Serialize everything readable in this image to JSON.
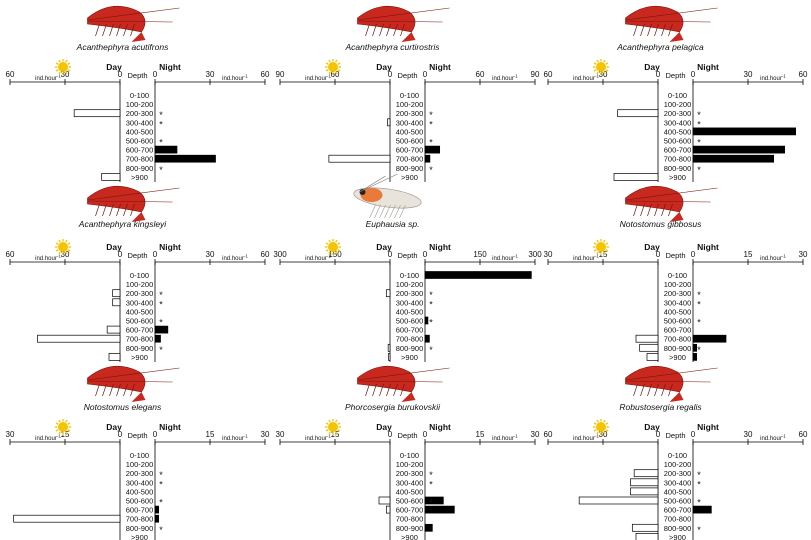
{
  "labels": {
    "day": "Day",
    "night": "Night",
    "depth": "Depth",
    "unit": "ind.hour",
    "unit_exp": "-1",
    "star": "*"
  },
  "depth_bins": [
    "0-100",
    "100-200",
    "200-300",
    "300-400",
    "400-500",
    "500-600",
    "600-700",
    "700-800",
    "800-900",
    ">900"
  ],
  "colors": {
    "day_fill": "#ffffff",
    "night_fill": "#000000",
    "stroke": "#000000",
    "sun": "#f5c400",
    "shrimp": "#c8281e"
  },
  "chart_data": [
    {
      "type": "bar",
      "species": "Acanthephyra acutifrons",
      "ticks": [
        "60",
        "30",
        "0",
        "30",
        "60"
      ],
      "xlim": [
        0,
        60
      ],
      "day": [
        0,
        0,
        25,
        0,
        0,
        0,
        0,
        0,
        0,
        10
      ],
      "night": [
        0,
        0,
        0,
        0,
        0,
        0,
        12,
        33,
        0,
        0
      ],
      "stars": [
        2,
        3,
        5,
        8
      ]
    },
    {
      "type": "bar",
      "species": "Acanthephyra curtirostris",
      "ticks": [
        "90",
        "60",
        "0",
        "60",
        "90"
      ],
      "xlim": [
        0,
        90
      ],
      "day": [
        0,
        0,
        0,
        2,
        0,
        0,
        0,
        50,
        0,
        0
      ],
      "night": [
        0,
        0,
        0,
        0,
        0,
        0,
        12,
        4,
        0,
        0
      ],
      "stars": [
        2,
        3,
        5,
        8
      ]
    },
    {
      "type": "bar",
      "species": "Acanthephyra pelagica",
      "ticks": [
        "60",
        "30",
        "0",
        "30",
        "60"
      ],
      "xlim": [
        0,
        60
      ],
      "day": [
        0,
        0,
        22,
        0,
        0,
        0,
        0,
        0,
        0,
        24
      ],
      "night": [
        0,
        0,
        0,
        0,
        56,
        0,
        50,
        44,
        0,
        0
      ],
      "stars": [
        2,
        3,
        5,
        8
      ]
    },
    {
      "type": "bar",
      "species": "Acanthephyra kingsleyi",
      "ticks": [
        "60",
        "30",
        "0",
        "30",
        "60"
      ],
      "xlim": [
        0,
        60
      ],
      "day": [
        0,
        0,
        4,
        4,
        0,
        0,
        7,
        45,
        0,
        6
      ],
      "night": [
        0,
        0,
        0,
        0,
        0,
        0,
        7,
        3,
        0,
        0
      ],
      "stars": [
        2,
        3,
        5,
        8
      ]
    },
    {
      "type": "bar",
      "species": "Euphausia sp.",
      "ticks": [
        "300",
        "150",
        "0",
        "150",
        "300"
      ],
      "xlim": [
        0,
        300
      ],
      "day": [
        0,
        0,
        10,
        0,
        0,
        0,
        0,
        0,
        5,
        4
      ],
      "night": [
        290,
        0,
        0,
        0,
        0,
        8,
        0,
        12,
        0,
        0
      ],
      "stars": [
        2,
        3,
        5,
        8
      ]
    },
    {
      "type": "bar",
      "species": "Notostomus gibbosus",
      "ticks": [
        "30",
        "15",
        "0",
        "15",
        "30"
      ],
      "xlim": [
        0,
        30
      ],
      "day": [
        0,
        0,
        0,
        0,
        0,
        0,
        0,
        6,
        5,
        3
      ],
      "night": [
        0,
        0,
        0,
        0,
        0,
        0,
        0,
        9,
        1,
        1
      ],
      "stars": [
        2,
        3,
        5,
        8
      ]
    },
    {
      "type": "bar",
      "species": "Notostomus elegans",
      "ticks": [
        "30",
        "15",
        "0",
        "15",
        "30"
      ],
      "xlim": [
        0,
        30
      ],
      "day": [
        0,
        0,
        0,
        0,
        0,
        0,
        0,
        29,
        0,
        0
      ],
      "night": [
        0,
        0,
        0,
        0,
        0,
        0,
        1,
        1,
        0,
        0
      ],
      "stars": [
        2,
        3,
        5,
        8
      ]
    },
    {
      "type": "bar",
      "species": "Phorcosergia burukovskii",
      "ticks": [
        "30",
        "15",
        "0",
        "15",
        "30"
      ],
      "xlim": [
        0,
        30
      ],
      "day": [
        0,
        0,
        0,
        0,
        0,
        3,
        1,
        0,
        0,
        0
      ],
      "night": [
        0,
        0,
        0,
        0,
        0,
        5,
        8,
        0,
        2,
        0
      ],
      "stars": [
        2,
        3,
        5,
        8
      ]
    },
    {
      "type": "bar",
      "species": "Robustosergia regalis",
      "ticks": [
        "60",
        "30",
        "0",
        "30",
        "60"
      ],
      "xlim": [
        0,
        60
      ],
      "day": [
        0,
        0,
        13,
        15,
        15,
        43,
        0,
        0,
        14,
        12
      ],
      "night": [
        0,
        0,
        0,
        0,
        0,
        0,
        10,
        0,
        0,
        0
      ],
      "stars": [
        2,
        3,
        5,
        8
      ]
    }
  ]
}
